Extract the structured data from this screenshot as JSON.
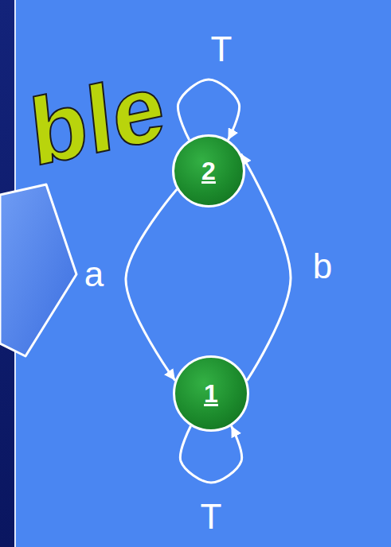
{
  "diagram": {
    "nodes": [
      {
        "text": [
          "2"
        ]
      },
      {
        "text": [
          "1"
        ]
      }
    ],
    "edges": [
      {
        "from": 0,
        "to": 0,
        "arrow": "to",
        "label": "T"
      },
      {
        "from": 0,
        "to": 1,
        "arrow": "to",
        "label": "a"
      },
      {
        "from": 1,
        "to": 0,
        "arrow": "to",
        "label": "b"
      },
      {
        "from": 1,
        "to": 1,
        "arrow": "to",
        "label": "T"
      }
    ],
    "labels": [
      "ble"
    ]
  }
}
